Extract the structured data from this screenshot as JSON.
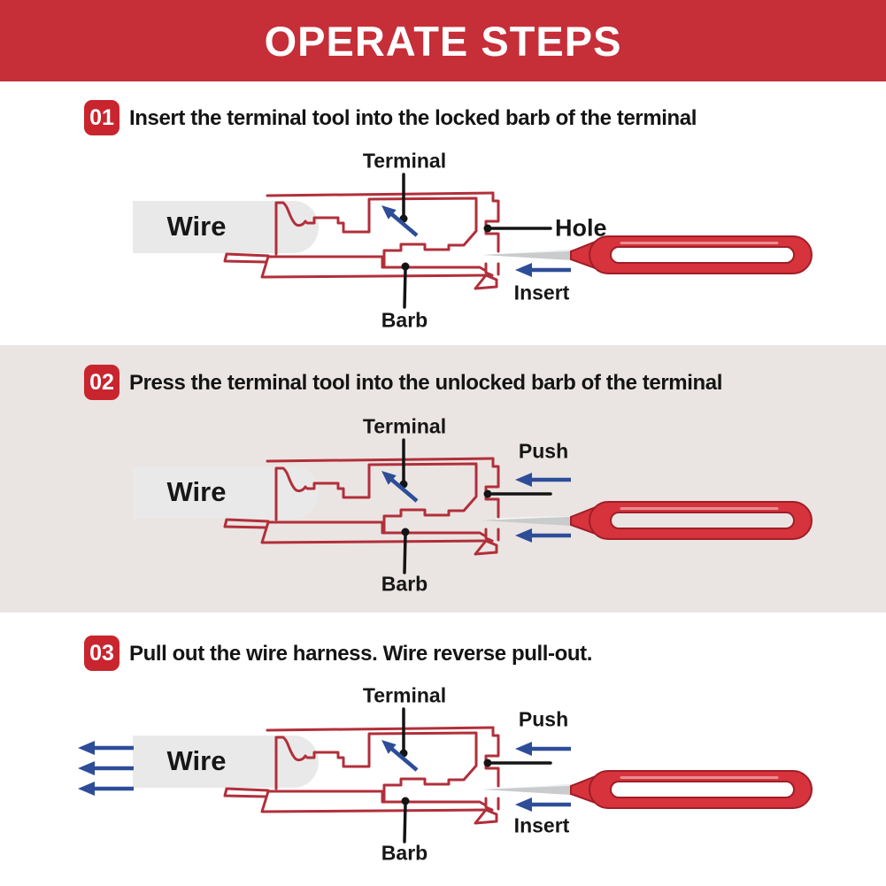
{
  "header": {
    "title": "OPERATE STEPS"
  },
  "steps": [
    {
      "number": "01",
      "text": "Insert the terminal tool into the locked barb of the terminal",
      "labels": {
        "terminal": "Terminal",
        "wire": "Wire",
        "hole": "Hole",
        "insert": "Insert",
        "barb": "Barb"
      }
    },
    {
      "number": "02",
      "text": "Press the terminal tool into the unlocked barb of the terminal",
      "labels": {
        "terminal": "Terminal",
        "wire": "Wire",
        "push": "Push",
        "barb": "Barb"
      }
    },
    {
      "number": "03",
      "text": "Pull out the wire harness. Wire reverse pull-out.",
      "labels": {
        "terminal": "Terminal",
        "wire": "Wire",
        "push": "Push",
        "insert": "Insert",
        "barb": "Barb"
      }
    }
  ],
  "colors": {
    "header_red": "#C62E38",
    "badge_red": "#C8252F",
    "line_red": "#B12F3A",
    "tool_red": "#D6333C",
    "arrow_navy": "#2E4D99",
    "band_gray": "#EAE5E3",
    "wire_gray": "#E9E9E9",
    "needle_gray": "#C9CBCC",
    "text_black": "#141414"
  }
}
